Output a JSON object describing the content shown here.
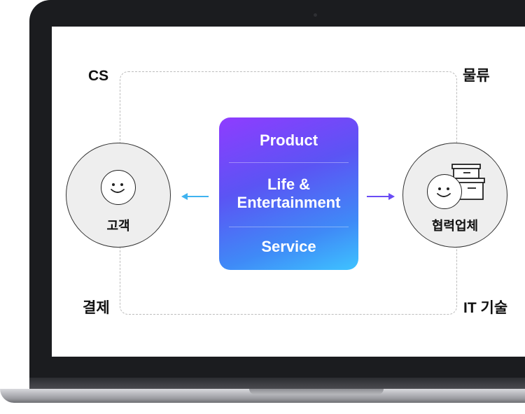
{
  "diagram": {
    "corners": {
      "top_left": "CS",
      "top_right": "물류",
      "bottom_left": "결제",
      "bottom_right": "IT 기술"
    },
    "left_node": {
      "label": "고객"
    },
    "right_node": {
      "label": "협력업체"
    },
    "center": {
      "items": [
        "Product",
        "Life &\nEntertainment",
        "Service"
      ]
    },
    "colors": {
      "left_arrow": "#3fb3f0",
      "right_arrow": "#6a4cf5",
      "gradient_start": "#8f3cff",
      "gradient_end": "#3ec3ff"
    }
  }
}
